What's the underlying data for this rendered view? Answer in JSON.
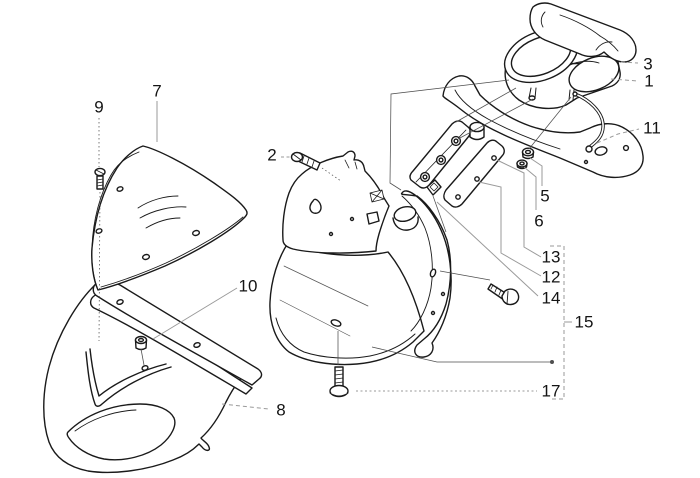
{
  "diagram": {
    "kind": "exploded-parts-diagram",
    "background_color": "#ffffff",
    "ink_color": "#1a1a1a",
    "leader_line_color": "#999999"
  },
  "callouts": {
    "c1": "1",
    "c2": "2",
    "c3": "3",
    "c5": "5",
    "c6": "6",
    "c7": "7",
    "c8": "8",
    "c9": "9",
    "c10": "10",
    "c11": "11",
    "c12": "12",
    "c13": "13",
    "c14": "14",
    "c15": "15",
    "c17": "17"
  }
}
